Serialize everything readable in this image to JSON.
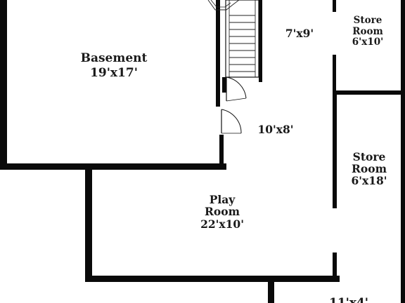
{
  "rooms": {
    "basement": {
      "name": "Basement",
      "size": "19'x17'"
    },
    "hall_upper": {
      "size": "7'x9'"
    },
    "hall_lower": {
      "size": "10'x8'"
    },
    "store_room_1": {
      "name_line1": "Store",
      "name_line2": "Room",
      "size": "6'x10'"
    },
    "store_room_2": {
      "name_line1": "Store",
      "name_line2": "Room",
      "size": "6'x18'"
    },
    "play_room": {
      "name_line1": "Play",
      "name_line2": "Room",
      "size": "22'x10'"
    },
    "bottom_room": {
      "size": "11'x4'"
    }
  },
  "colors": {
    "wall": "#0a0a0a",
    "background": "#ffffff",
    "label": "#1a1a1a"
  }
}
